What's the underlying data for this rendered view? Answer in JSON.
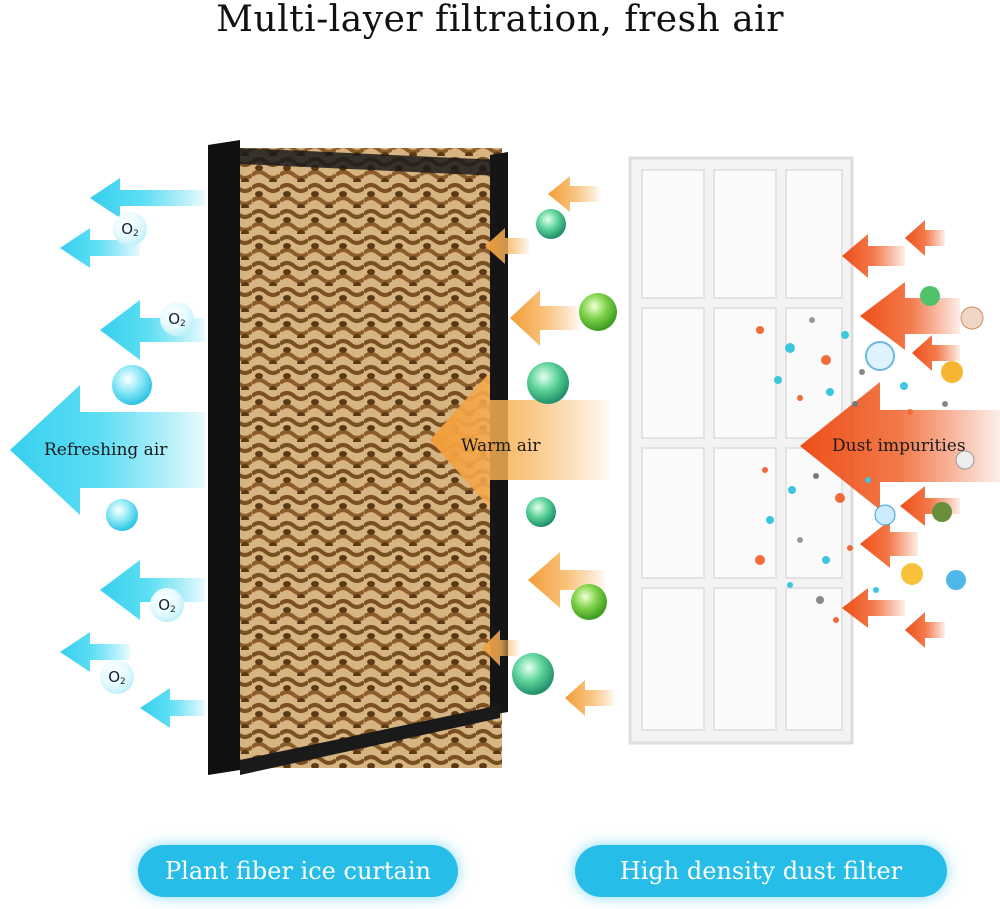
{
  "title": "Multi-layer filtration, fresh air",
  "labels": {
    "refreshing_air": "Refreshing air",
    "warm_air": "Warm air",
    "dust_impurities": "Dust impurities"
  },
  "oxygen_symbol": "O",
  "oxygen_subscript": "2",
  "captions": {
    "left": "Plant fiber ice curtain",
    "right": "High density dust filter"
  },
  "colors": {
    "caption_bg": "#27bde9",
    "cool_arrow": "#27d2ee",
    "warm_arrow": "#f5a545",
    "dust_arrow": "#f05a24",
    "pad_honeycomb": "#c49a63",
    "pad_frame": "#111111",
    "filter_frame": "#f2f2f2"
  }
}
